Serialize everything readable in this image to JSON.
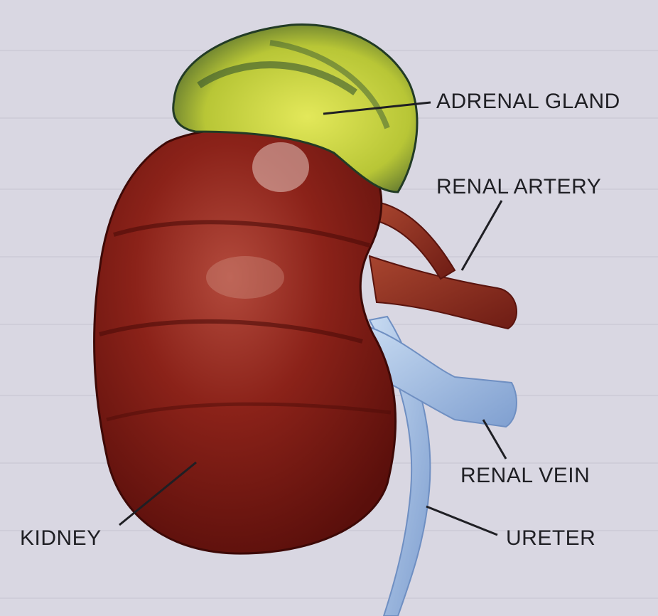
{
  "labels": {
    "adrenal_gland": "ADRENAL GLAND",
    "renal_artery": "RENAL ARTERY",
    "renal_vein": "RENAL VEIN",
    "ureter": "URETER",
    "kidney": "KIDNEY"
  },
  "colors": {
    "page": "#d9d7e2",
    "kidney": "#7a1a14",
    "adrenal": "#c8d23a",
    "artery": "#8a2a1e",
    "vein": "#a9c2e6",
    "ink": "#1f1f24"
  }
}
